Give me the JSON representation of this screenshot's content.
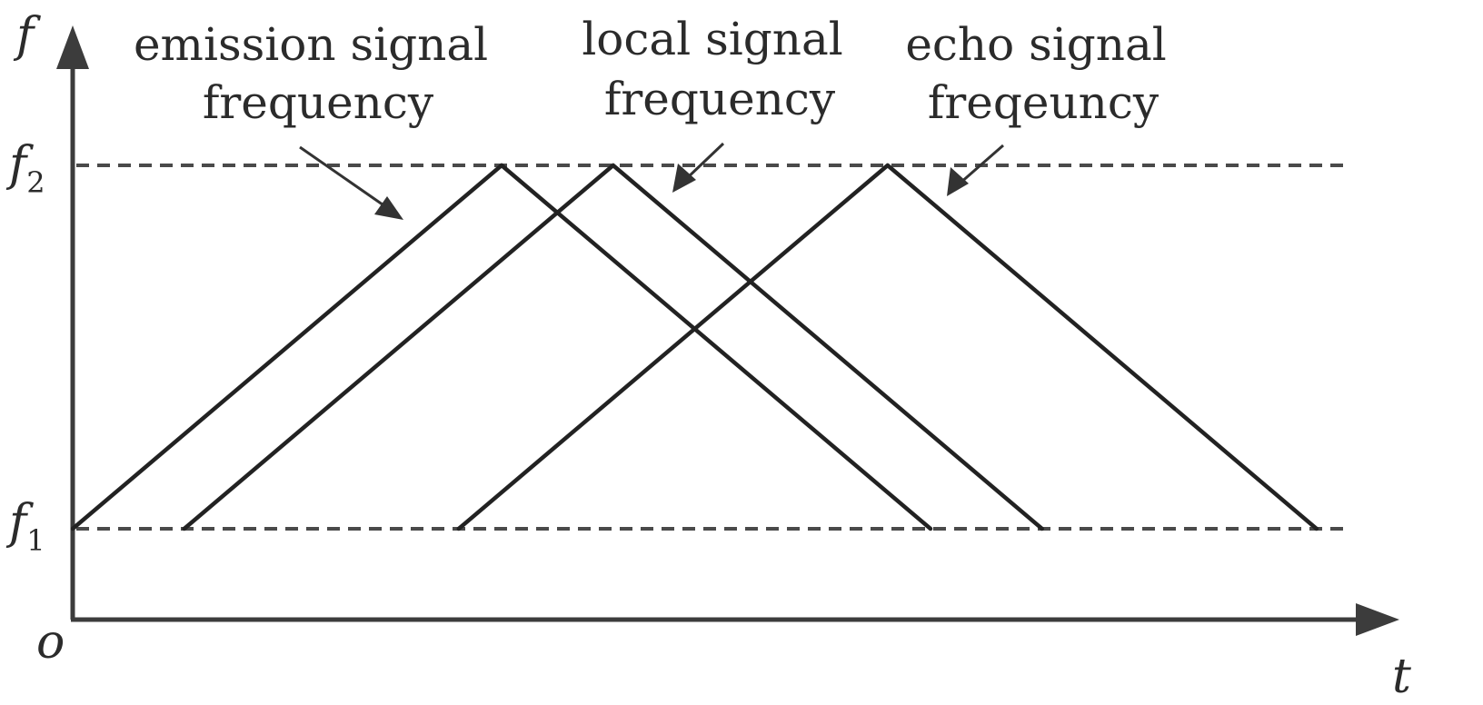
{
  "axes": {
    "y_symbol": "f",
    "x_symbol": "t",
    "origin": "o",
    "f2_base": "f",
    "f2_sub": "2",
    "f1_base": "f",
    "f1_sub": "1"
  },
  "labels": {
    "emission": {
      "line1": "emission signal",
      "line2": "frequency"
    },
    "local": {
      "line1": "local signal",
      "line2": "frequency"
    },
    "echo": {
      "line1": "echo signal",
      "line2": "freqeuncy"
    }
  },
  "signals": [
    {
      "name": "emission-signal",
      "start": 0,
      "peak": 0.5,
      "end": 1.0
    },
    {
      "name": "local-signal",
      "start": 0.13,
      "peak": 0.63,
      "end": 1.13
    },
    {
      "name": "echo-signal",
      "start": 0.45,
      "peak": 0.95,
      "end": 1.45
    }
  ],
  "colors": {
    "ink": "#222222",
    "axis": "#3c3c3c"
  }
}
